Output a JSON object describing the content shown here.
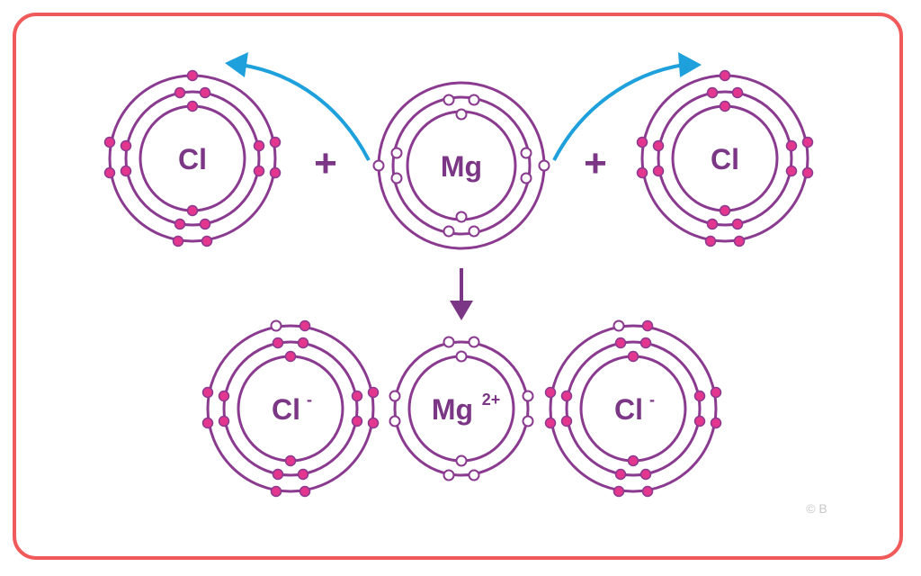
{
  "colors": {
    "frame": "#f05a5a",
    "shell": "#8a3a8f",
    "text": "#7b3685",
    "transferred_electron": "#e2368f",
    "own_electron": "#ffffff",
    "arrow_transfer": "#1ea0dc",
    "arrow_product": "#7b3685",
    "watermark": "#c8c8c8"
  },
  "reactants": {
    "left_atom": {
      "symbol": "Cl",
      "shells": 3
    },
    "plus_left": "+",
    "center_atom": {
      "symbol": "Mg",
      "shells": 3
    },
    "plus_right": "+",
    "right_atom": {
      "symbol": "Cl",
      "shells": 3
    }
  },
  "products": {
    "left_ion": {
      "symbol": "Cl",
      "charge": "-"
    },
    "center_ion": {
      "symbol": "Mg",
      "charge": "2+"
    },
    "right_ion": {
      "symbol": "Cl",
      "charge": "-"
    }
  },
  "watermark": "© B"
}
